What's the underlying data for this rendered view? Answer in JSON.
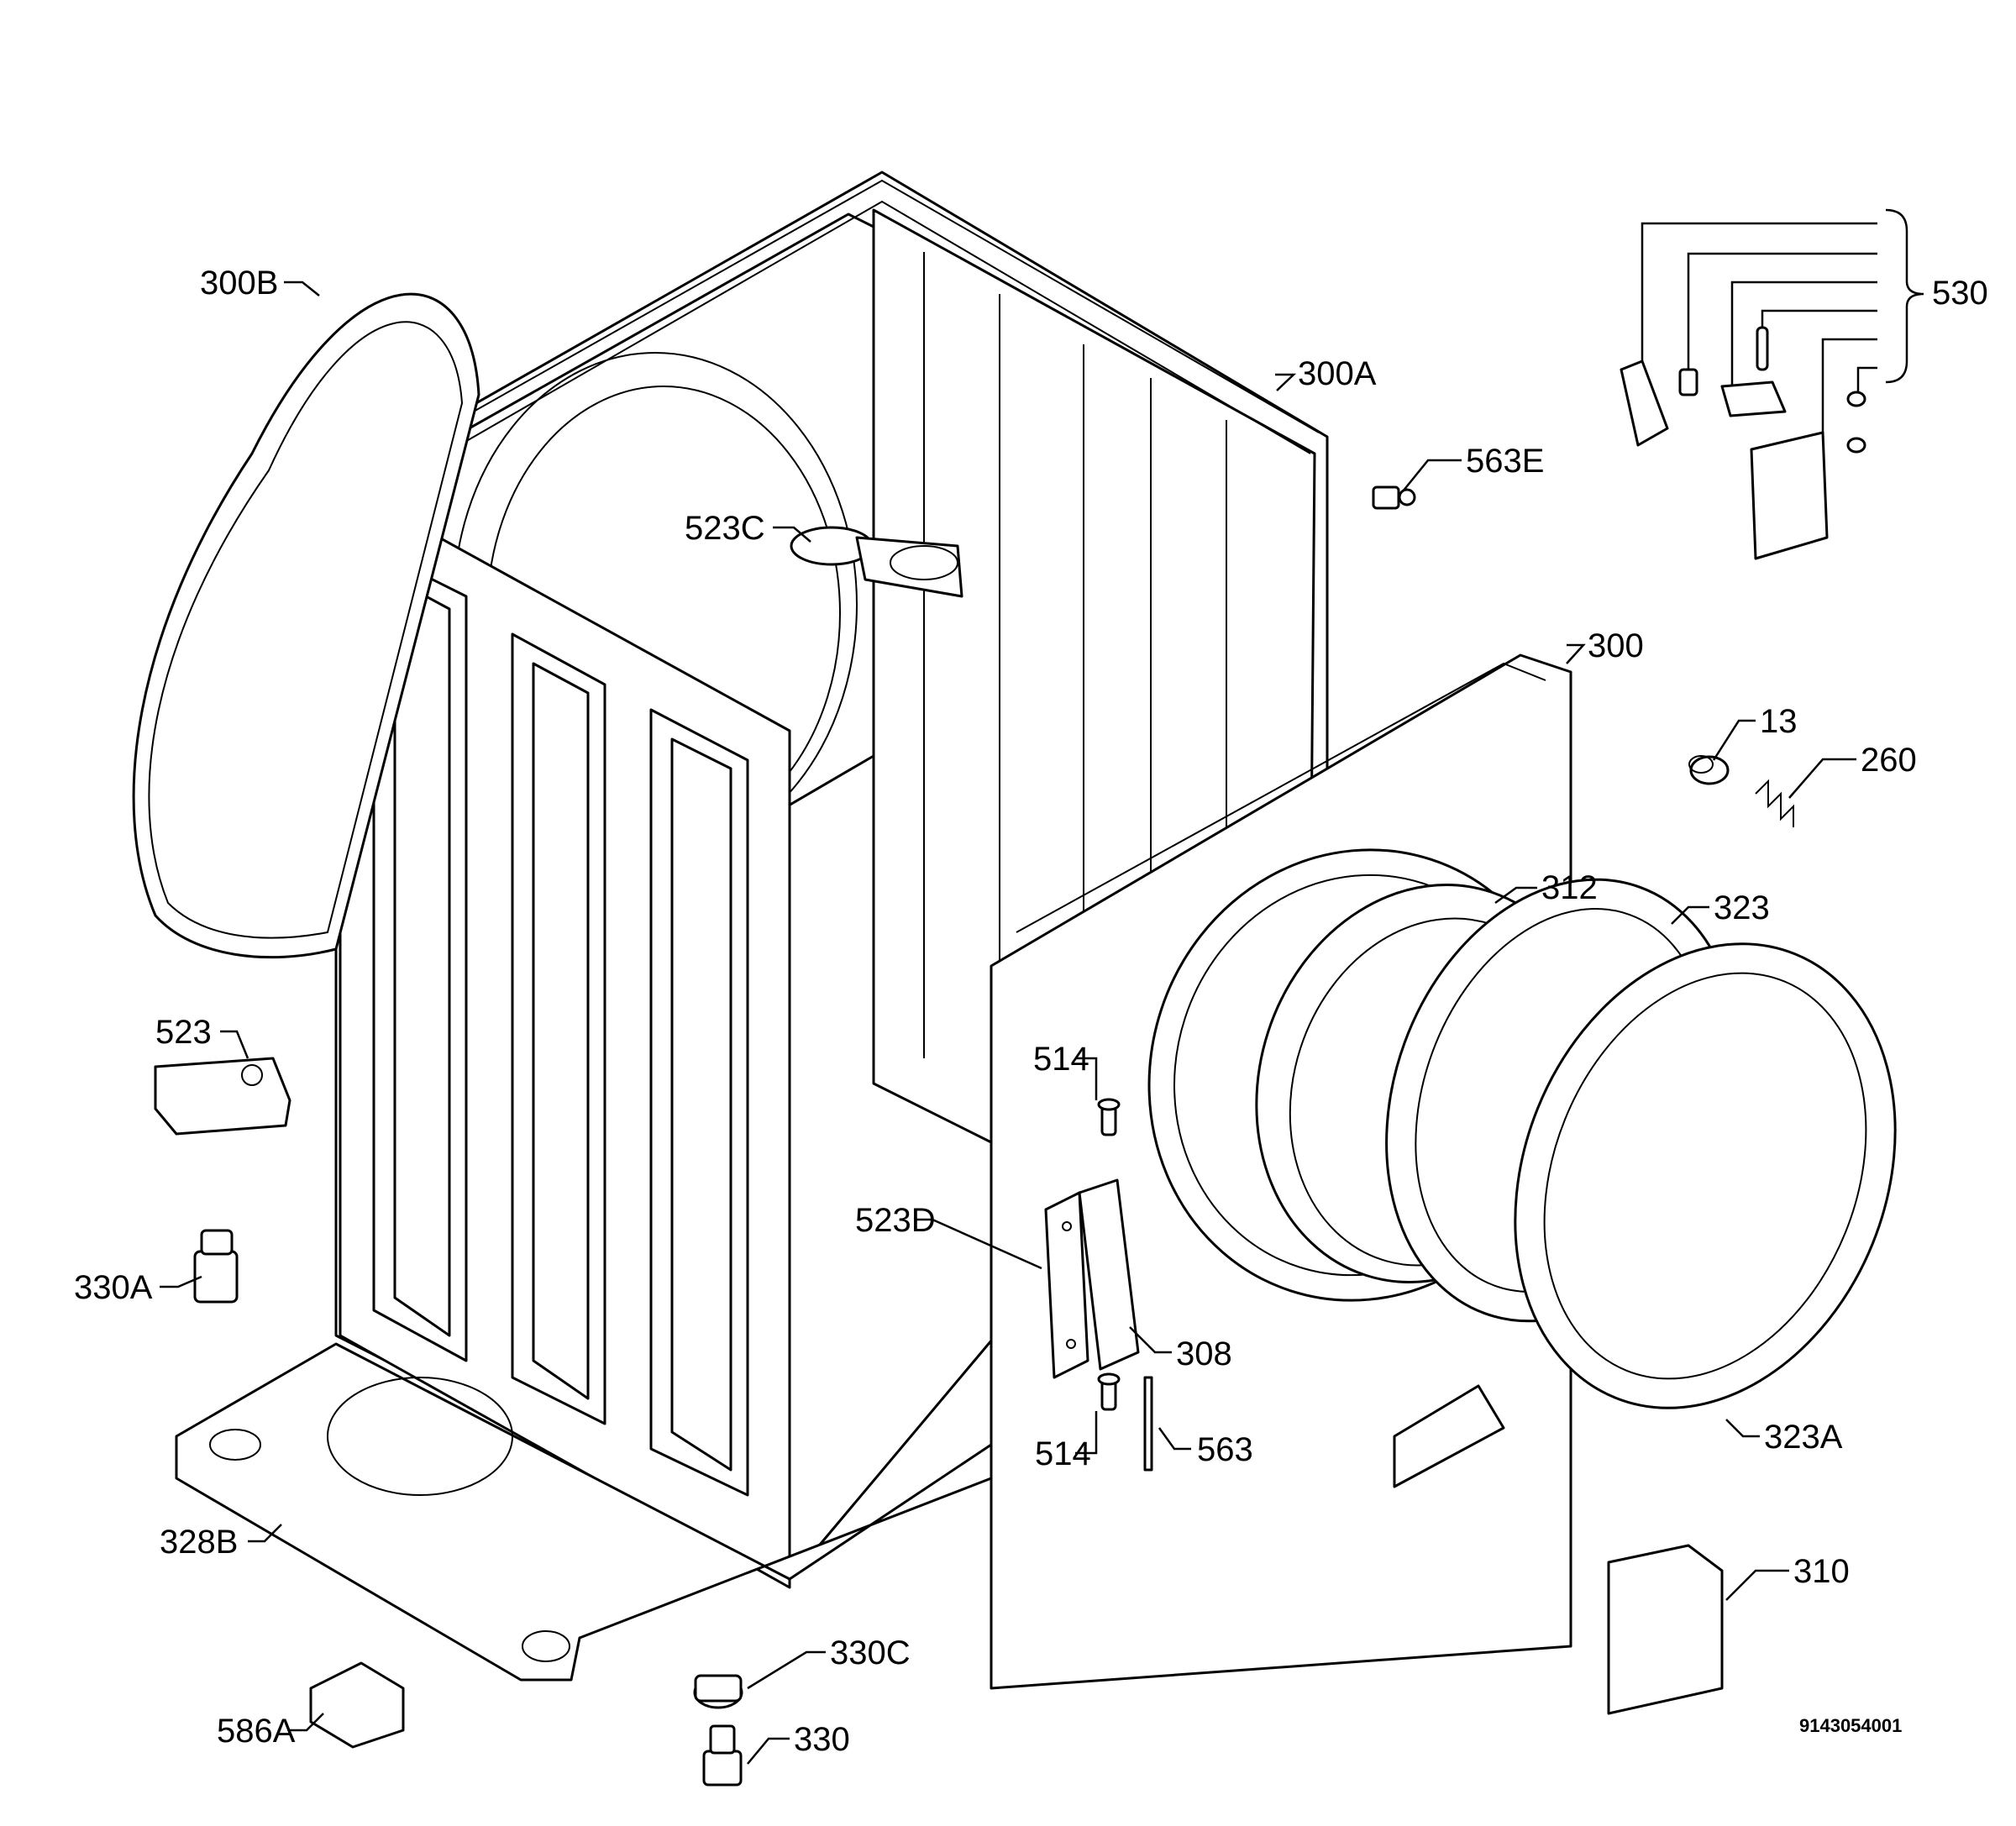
{
  "callouts": {
    "c300B": "300B",
    "c300A": "300A",
    "c523C": "523C",
    "c563E": "563E",
    "c530": "530",
    "c300": "300",
    "c13": "13",
    "c260": "260",
    "c312": "312",
    "c323": "323",
    "c523": "523",
    "c514a": "514",
    "c523D": "523D",
    "c308": "308",
    "c330A": "330A",
    "c514b": "514",
    "c563": "563",
    "c323A": "323A",
    "c328B": "328B",
    "c310": "310",
    "c330C": "330C",
    "c586A": "586A",
    "c330": "330"
  },
  "document_number": "9143054001"
}
